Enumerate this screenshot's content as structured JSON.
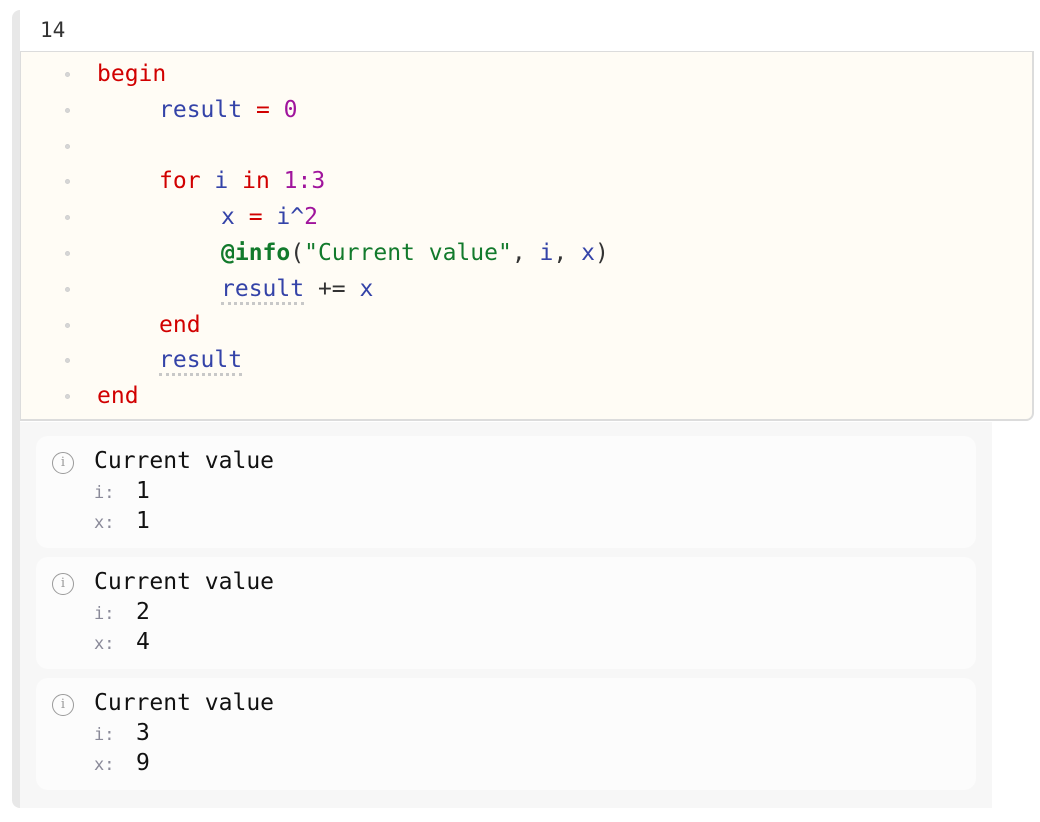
{
  "cell": {
    "output_value": "14",
    "code_lines": [
      {
        "indent": 0,
        "tokens": [
          {
            "t": "begin",
            "c": "kw"
          }
        ]
      },
      {
        "indent": 1,
        "tokens": [
          {
            "t": "result",
            "c": "var"
          },
          {
            "t": " = ",
            "c": "op"
          },
          {
            "t": "0",
            "c": "num"
          }
        ]
      },
      {
        "indent": 0,
        "tokens": []
      },
      {
        "indent": 1,
        "tokens": [
          {
            "t": "for ",
            "c": "kw"
          },
          {
            "t": "i",
            "c": "var"
          },
          {
            "t": " in ",
            "c": "kw"
          },
          {
            "t": "1:3",
            "c": "num"
          }
        ]
      },
      {
        "indent": 2,
        "tokens": [
          {
            "t": "x",
            "c": "var"
          },
          {
            "t": " = ",
            "c": "op"
          },
          {
            "t": "i",
            "c": "var"
          },
          {
            "t": "^",
            "c": "var"
          },
          {
            "t": "2",
            "c": "num"
          }
        ]
      },
      {
        "indent": 2,
        "tokens": [
          {
            "t": "@info",
            "c": "macro"
          },
          {
            "t": "(",
            "c": "punc"
          },
          {
            "t": "\"Current value\"",
            "c": "str"
          },
          {
            "t": ", ",
            "c": "punc"
          },
          {
            "t": "i",
            "c": "var"
          },
          {
            "t": ", ",
            "c": "punc"
          },
          {
            "t": "x",
            "c": "var"
          },
          {
            "t": ")",
            "c": "punc"
          }
        ]
      },
      {
        "indent": 2,
        "tokens": [
          {
            "t": "result",
            "c": "var underl"
          },
          {
            "t": " += ",
            "c": "plain"
          },
          {
            "t": "x",
            "c": "var"
          }
        ]
      },
      {
        "indent": 1,
        "tokens": [
          {
            "t": "end",
            "c": "kw"
          }
        ]
      },
      {
        "indent": 1,
        "tokens": [
          {
            "t": "result",
            "c": "var underl"
          }
        ]
      },
      {
        "indent": 0,
        "tokens": [
          {
            "t": "end",
            "c": "kw"
          }
        ]
      }
    ]
  },
  "logs": [
    {
      "icon": "info-icon",
      "message": "Current value",
      "fields": [
        {
          "key": "i:",
          "value": "1"
        },
        {
          "key": "x:",
          "value": "1"
        }
      ]
    },
    {
      "icon": "info-icon",
      "message": "Current value",
      "fields": [
        {
          "key": "i:",
          "value": "2"
        },
        {
          "key": "x:",
          "value": "4"
        }
      ]
    },
    {
      "icon": "info-icon",
      "message": "Current value",
      "fields": [
        {
          "key": "i:",
          "value": "3"
        },
        {
          "key": "x:",
          "value": "9"
        }
      ]
    }
  ],
  "icons": {
    "info_glyph": "i"
  }
}
